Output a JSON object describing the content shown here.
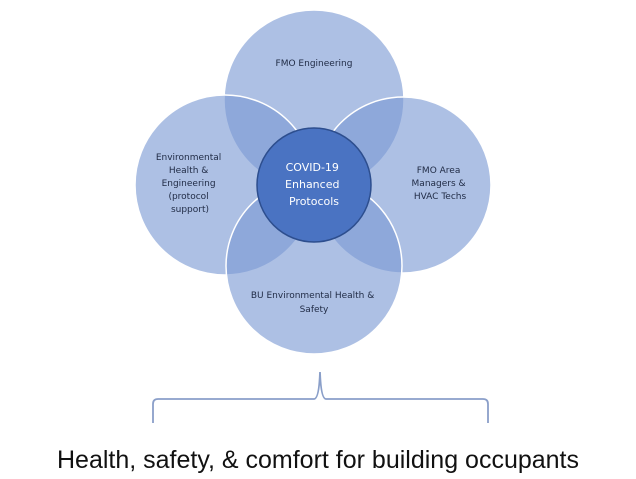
{
  "diagram": {
    "center": {
      "lines": [
        "COVID-19",
        "Enhanced",
        "Protocols"
      ]
    },
    "top": {
      "lines": [
        "FMO Engineering"
      ]
    },
    "left": {
      "lines": [
        "Environmental",
        "Health &",
        "Engineering",
        "(protocol",
        "support)"
      ]
    },
    "right": {
      "lines": [
        "FMO Area",
        "Managers &",
        "HVAC Techs"
      ]
    },
    "bottom": {
      "lines": [
        "BU Environmental Health &",
        "Safety"
      ]
    },
    "caption": "Health, safety, & comfort for building occupants",
    "colors": {
      "circle": "#7b9ad3",
      "center": "#4a73c2",
      "center_border": "#2d4e8e",
      "bracket": "#8a9fc9"
    }
  }
}
